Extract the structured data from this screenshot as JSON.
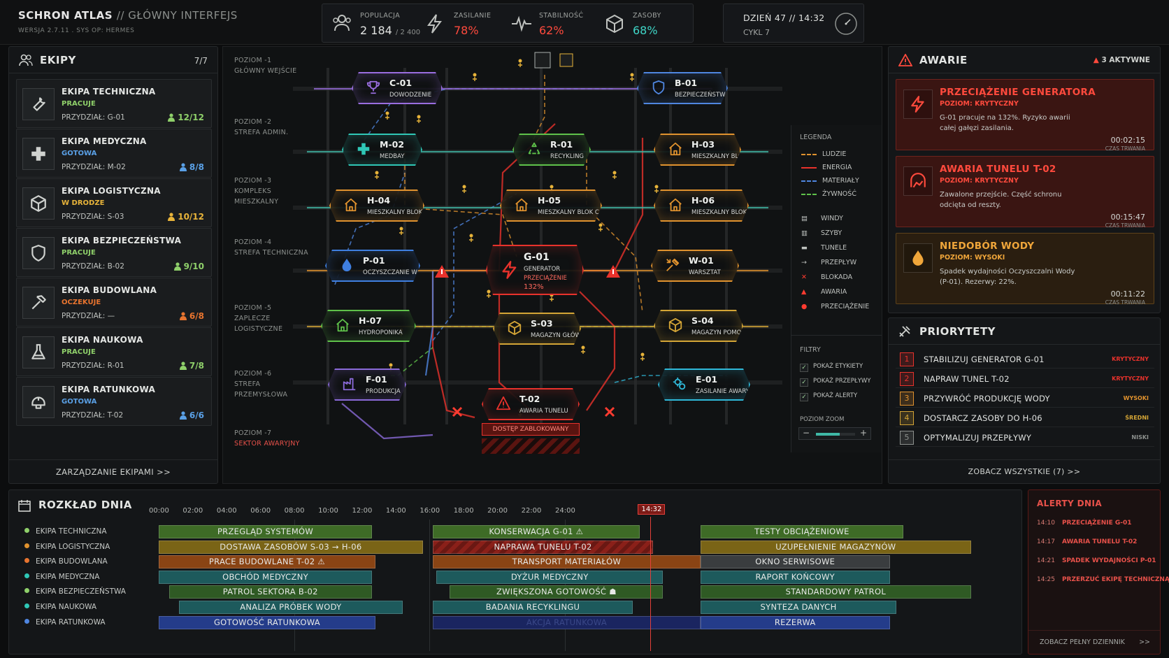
{
  "header": {
    "title": "SCHRON ATLAS",
    "subtitle": "// GŁÓWNY INTERFEJS",
    "version": "WERSJA 2.7.11 . SYS OP: HERMES",
    "stats": [
      {
        "label": "POPULACJA",
        "value": "2 184",
        "suffix": "/ 2 400",
        "color": "#e2e4e2",
        "icon": "people-icon"
      },
      {
        "label": "ZASILANIE",
        "value": "78%",
        "suffix": "",
        "color": "#ff4a3d",
        "icon": "lightning-icon"
      },
      {
        "label": "STABILNOŚĆ",
        "value": "62%",
        "suffix": "",
        "color": "#ff4a3d",
        "icon": "pulse-icon"
      },
      {
        "label": "ZASOBY",
        "value": "68%",
        "suffix": "",
        "color": "#3fd6c7",
        "icon": "cube-icon"
      }
    ],
    "day": "DZIEŃ 47 // 14:32",
    "cycle": "CYKL 7"
  },
  "crews": {
    "title": "EKIPY",
    "count": "7/7",
    "footer": "ZARZĄDZANIE EKIPAMI  >>",
    "items": [
      {
        "name": "EKIPA TECHNICZNA",
        "status": "PRACUJE",
        "status_color": "#8fd06a",
        "assign": "PRZYDZIAŁ:  G-01",
        "count": "12/12",
        "count_color": "#8fd06a",
        "icon": "wrench-icon"
      },
      {
        "name": "EKIPA MEDYCZNA",
        "status": "GOTOWA",
        "status_color": "#5aa0e6",
        "assign": "PRZYDZIAŁ:  M-02",
        "count": "8/8",
        "count_color": "#5aa0e6",
        "icon": "medical-cross-icon"
      },
      {
        "name": "EKIPA LOGISTYCZNA",
        "status": "W DRODZE",
        "status_color": "#e8b43a",
        "assign": "PRZYDZIAŁ:  S-03",
        "count": "10/12",
        "count_color": "#e8b43a",
        "icon": "crate-icon"
      },
      {
        "name": "EKIPA BEZPIECZEŃSTWA",
        "status": "PRACUJE",
        "status_color": "#8fd06a",
        "assign": "PRZYDZIAŁ:  B-02",
        "count": "9/10",
        "count_color": "#8fd06a",
        "icon": "shield-icon"
      },
      {
        "name": "EKIPA BUDOWLANA",
        "status": "OCZEKUJE",
        "status_color": "#e8742f",
        "assign": "PRZYDZIAŁ:  —",
        "count": "6/8",
        "count_color": "#e8742f",
        "icon": "hammer-icon"
      },
      {
        "name": "EKIPA NAUKOWA",
        "status": "PRACUJE",
        "status_color": "#8fd06a",
        "assign": "PRZYDZIAŁ:  R-01",
        "count": "7/8",
        "count_color": "#8fd06a",
        "icon": "flask-icon"
      },
      {
        "name": "EKIPA RATUNKOWA",
        "status": "GOTOWA",
        "status_color": "#5aa0e6",
        "assign": "PRZYDZIAŁ:  T-02",
        "count": "6/6",
        "count_color": "#5aa0e6",
        "icon": "rescue-helmet-icon"
      }
    ]
  },
  "levels": [
    {
      "l1": "POZIOM -1",
      "l2": "GŁÓWNY WEJŚCIE",
      "l3": ""
    },
    {
      "l1": "POZIOM -2",
      "l2": "STREFA ADMIN.",
      "l3": ""
    },
    {
      "l1": "POZIOM -3",
      "l2": "KOMPLEKS",
      "l3": "MIESZKALNY"
    },
    {
      "l1": "POZIOM -4",
      "l2": "STREFA TECHNICZNA",
      "l3": ""
    },
    {
      "l1": "POZIOM -5",
      "l2": "ZAPLECZE",
      "l3": "LOGISTYCZNE"
    },
    {
      "l1": "POZIOM -6",
      "l2": "STREFA",
      "l3": "PRZEMYSŁOWA"
    },
    {
      "l1": "POZIOM -7",
      "l2": "SEKTOR AWARYJNY",
      "l3": ""
    }
  ],
  "nodes": [
    {
      "code": "C-01",
      "name": "DOWODZENIE",
      "color": "#9a6ee0",
      "icon": "trophy-icon"
    },
    {
      "code": "B-01",
      "name": "BEZPIECZEŃSTWO",
      "color": "#4f86e0",
      "icon": "shield-icon"
    },
    {
      "code": "M-02",
      "name": "MEDBAY",
      "color": "#2fc7b6",
      "icon": "medical-cross-icon"
    },
    {
      "code": "R-01",
      "name": "RECYKLING",
      "color": "#5fc24a",
      "icon": "recycle-icon"
    },
    {
      "code": "H-03",
      "name": "MIESZKALNY BLOK A",
      "color": "#e0922e",
      "icon": "house-icon"
    },
    {
      "code": "H-04",
      "name": "MIESZKALNY BLOK B",
      "color": "#e0922e",
      "icon": "house-icon"
    },
    {
      "code": "H-05",
      "name": "MIESZKALNY BLOK C",
      "color": "#e0922e",
      "icon": "house-icon"
    },
    {
      "code": "H-06",
      "name": "MIESZKALNY BLOK D",
      "color": "#e0922e",
      "icon": "house-icon"
    },
    {
      "code": "P-01",
      "name": "OCZYSZCZANIE WODY",
      "color": "#3f7fe0",
      "icon": "water-drop-icon"
    },
    {
      "code": "G-01",
      "name": "GENERATOR",
      "color": "#e8322c",
      "icon": "lightning-icon",
      "status": "PRZECIĄŻENIE",
      "load": "132%"
    },
    {
      "code": "W-01",
      "name": "WARSZTAT",
      "color": "#e0922e",
      "icon": "tools-icon"
    },
    {
      "code": "H-07",
      "name": "HYDROPONIKA",
      "color": "#5fc24a",
      "icon": "house-icon"
    },
    {
      "code": "S-03",
      "name": "MAGAZYN GŁÓWNY",
      "color": "#d4a536",
      "icon": "crate-icon"
    },
    {
      "code": "S-04",
      "name": "MAGAZYN POMOCNICZY",
      "color": "#d4a536",
      "icon": "crate-icon"
    },
    {
      "code": "F-01",
      "name": "PRODUKCJA",
      "color": "#8a6ad8",
      "icon": "factory-icon"
    },
    {
      "code": "T-02",
      "name": "AWARIA TUNELU",
      "color": "#e8322c",
      "icon": "warning-person-icon",
      "status": "DOSTĘP ZABLOKOWANY"
    },
    {
      "code": "E-01",
      "name": "ZASILANIE AWARYJNE",
      "color": "#2fb8d8",
      "icon": "gears-icon"
    }
  ],
  "legend": {
    "title": "LEGENDA",
    "lines": [
      {
        "label": "LUDZIE",
        "color": "#e0922e",
        "style": "dashed"
      },
      {
        "label": "ENERGIA",
        "color": "#e8322c",
        "style": "solid"
      },
      {
        "label": "MATERIAŁY",
        "color": "#4f86e0",
        "style": "dashed"
      },
      {
        "label": "ŻYWNOŚĆ",
        "color": "#5fc24a",
        "style": "dashed"
      }
    ],
    "symbols": [
      {
        "label": "WINDY",
        "icon": "elevator-icon"
      },
      {
        "label": "SZYBY",
        "icon": "shaft-icon"
      },
      {
        "label": "TUNELE",
        "icon": "tunnel-icon"
      },
      {
        "label": "PRZEPŁYW",
        "icon": "arrow-right-icon"
      },
      {
        "label": "BLOKADA",
        "icon": "x-mark-icon"
      },
      {
        "label": "AWARIA",
        "icon": "warning-icon"
      },
      {
        "label": "PRZECIĄŻENIE",
        "icon": "alert-circle-icon"
      }
    ],
    "filters_title": "FILTRY",
    "filters": [
      "POKAŻ ETYKIETY",
      "POKAŻ PRZEPŁYWY",
      "POKAŻ ALERTY"
    ],
    "zoom_label": "POZIOM ZOOM",
    "zoom_level": 0.6
  },
  "alerts": {
    "title": "AWARIE",
    "active": "3 AKTYWNE",
    "items": [
      {
        "title": "PRZECIĄŻENIE GENERATORA",
        "level": "POZIOM: KRYTYCZNY",
        "desc": "G-01 pracuje na 132%. Ryzyko awarii całej gałęzi zasilania.",
        "time": "00:02:15",
        "time_label": "CZAS TRWANIA",
        "color": "#ff4a3d",
        "bg": "#3a1512",
        "icon": "lightning-icon"
      },
      {
        "title": "AWARIA TUNELU T-02",
        "level": "POZIOM: KRYTYCZNY",
        "desc": "Zawalone przejście. Część schronu odcięta od reszty.",
        "time": "00:15:47",
        "time_label": "CZAS TRWANIA",
        "color": "#ff4a3d",
        "bg": "#3a1512",
        "icon": "collapsed-tunnel-icon"
      },
      {
        "title": "NIEDOBÓR WODY",
        "level": "POZIOM: WYSOKI",
        "desc": "Spadek wydajności Oczyszczalni Wody (P-01). Rezerwy: 22%.",
        "time": "00:11:22",
        "time_label": "CZAS TRWANIA",
        "color": "#f0a63a",
        "bg": "#2a1e10",
        "icon": "water-drop-icon"
      }
    ]
  },
  "priorities": {
    "title": "PRIORYTETY",
    "footer": "ZOBACZ WSZYSTKIE (7)  >>",
    "items": [
      {
        "n": "1",
        "text": "STABILIZUJ GENERATOR G-01",
        "level": "KRYTYCZNY",
        "color": "#e8322c"
      },
      {
        "n": "2",
        "text": "NAPRAW TUNEL T-02",
        "level": "KRYTYCZNY",
        "color": "#e8322c"
      },
      {
        "n": "3",
        "text": "PRZYWRÓĆ PRODUKCJĘ WODY",
        "level": "WYSOKI",
        "color": "#e0922e"
      },
      {
        "n": "4",
        "text": "DOSTARCZ ZASOBY DO H-06",
        "level": "ŚREDNI",
        "color": "#d4a536"
      },
      {
        "n": "5",
        "text": "OPTYMALIZUJ PRZEPŁYWY",
        "level": "NISKI",
        "color": "#8d918e"
      }
    ]
  },
  "schedule": {
    "title": "ROZKŁAD DNIA",
    "ticks": [
      "00:00",
      "02:00",
      "04:00",
      "06:00",
      "08:00",
      "10:00",
      "12:00",
      "14:00",
      "16:00",
      "18:00",
      "20:00",
      "22:00",
      "24:00"
    ],
    "now": "14:32",
    "now_hours": 14.53,
    "rows": [
      {
        "crew": "EKIPA TECHNICZNA",
        "dot": "#8fd06a",
        "bars": [
          {
            "label": "PRZEGLĄD SYSTEMÓW",
            "start": 0,
            "end": 6.3,
            "color": "#3e6b26"
          },
          {
            "label": "KONSERWACJA G-01 ⚠",
            "start": 8.1,
            "end": 14.2,
            "color": "#3e6b26"
          },
          {
            "label": "TESTY OBCIĄŻENIOWE",
            "start": 16.0,
            "end": 22.0,
            "color": "#3e6b26"
          }
        ]
      },
      {
        "crew": "EKIPA LOGISTYCZNA",
        "dot": "#e0922e",
        "bars": [
          {
            "label": "DOSTAWA ZASOBÓW S-03 → H-06",
            "start": 0,
            "end": 7.8,
            "color": "#7a6416"
          },
          {
            "label": "NAPRAWA TUNELU T-02",
            "start": 8.1,
            "end": 14.6,
            "color": "#8a2019"
          },
          {
            "label": "UZUPEŁNIENIE MAGAZYNÓW",
            "start": 16.0,
            "end": 24.0,
            "color": "#7a6416"
          }
        ]
      },
      {
        "crew": "EKIPA BUDOWLANA",
        "dot": "#e8742f",
        "bars": [
          {
            "label": "PRACE BUDOWLANE T-02 ⚠",
            "start": 0,
            "end": 6.4,
            "color": "#8a4414"
          },
          {
            "label": "TRANSPORT MATERIAŁÓW",
            "start": 8.1,
            "end": 16.0,
            "color": "#8a4414"
          },
          {
            "label": "OKNO SERWISOWE",
            "start": 16.0,
            "end": 21.6,
            "color": "#3a3d3f"
          }
        ]
      },
      {
        "crew": "EKIPA MEDYCZNA",
        "dot": "#2fc7b6",
        "bars": [
          {
            "label": "OBCHÓD MEDYCZNY",
            "start": 0,
            "end": 6.3,
            "color": "#1d5a5c"
          },
          {
            "label": "DYŻUR MEDYCZNY",
            "start": 8.2,
            "end": 14.9,
            "color": "#1d5a5c"
          },
          {
            "label": "RAPORT KOŃCOWY",
            "start": 16.0,
            "end": 21.6,
            "color": "#1d5a5c"
          }
        ]
      },
      {
        "crew": "EKIPA BEZPIECZEŃSTWA",
        "dot": "#8fd06a",
        "bars": [
          {
            "label": "PATROL SEKTORA B-02",
            "start": 0.3,
            "end": 6.3,
            "color": "#2f5a24"
          },
          {
            "label": "ZWIĘKSZONA GOTOWOŚĆ ☗",
            "start": 8.6,
            "end": 14.9,
            "color": "#2f5a24"
          },
          {
            "label": "STANDARDOWY PATROL",
            "start": 16.0,
            "end": 24.0,
            "color": "#2f5a24"
          }
        ]
      },
      {
        "crew": "EKIPA NAUKOWA",
        "dot": "#2fc7b6",
        "bars": [
          {
            "label": "ANALIZA PRÓBEK WODY",
            "start": 0.6,
            "end": 7.2,
            "color": "#1d5a5c"
          },
          {
            "label": "BADANIA RECYKLINGU",
            "start": 8.1,
            "end": 14.0,
            "color": "#1d5a5c"
          },
          {
            "label": "SYNTEZA DANYCH",
            "start": 16.0,
            "end": 21.8,
            "color": "#1d5a5c"
          }
        ]
      },
      {
        "crew": "EKIPA RATUNKOWA",
        "dot": "#4f86e0",
        "bars": [
          {
            "label": "GOTOWOŚĆ RATUNKOWA",
            "start": 0,
            "end": 6.4,
            "color": "#243c8a"
          },
          {
            "label": "AKCJA RATUNKOWA",
            "start": 8.1,
            "end": 16.0,
            "color": "#1a2560"
          },
          {
            "label": "REZERWA",
            "start": 16.0,
            "end": 21.6,
            "color": "#243c8a"
          }
        ]
      }
    ]
  },
  "day_alerts": {
    "title": "ALERTY DNIA",
    "footer": "ZOBACZ PEŁNY DZIENNIK",
    "items": [
      {
        "time": "14:10",
        "text": "PRZECIĄŻENIE G-01"
      },
      {
        "time": "14:17",
        "text": "AWARIA TUNELU T-02"
      },
      {
        "time": "14:21",
        "text": "SPADEK WYDAJNOŚCI P-01"
      },
      {
        "time": "14:25",
        "text": "PRZERZUĆ EKIPĘ TECHNICZNĄ"
      }
    ]
  }
}
